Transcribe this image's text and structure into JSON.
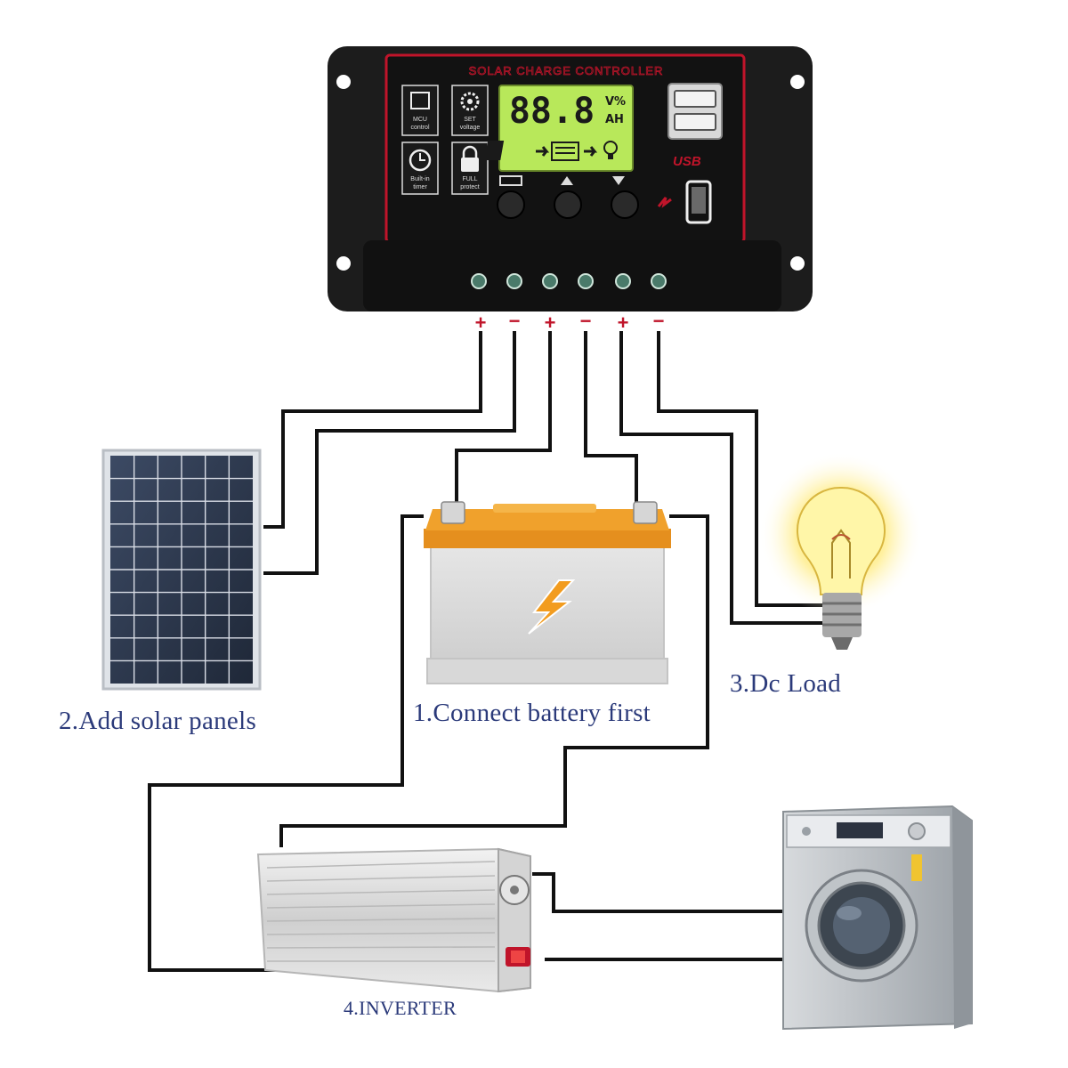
{
  "controller": {
    "header": "SOLAR CHARGE CONTROLLER",
    "lcd_digits": "88.8",
    "lcd_unit_top": "V%",
    "lcd_unit_bottom": "AH",
    "usb_label": "USB",
    "features": [
      {
        "icon": "chip-icon",
        "line1": "MCU",
        "line2": "control"
      },
      {
        "icon": "gear-icon",
        "line1": "SET",
        "line2": "voltage"
      },
      {
        "icon": "clock-icon",
        "line1": "Built-in",
        "line2": "timer"
      },
      {
        "icon": "lock-icon",
        "line1": "FULL",
        "line2": "protect"
      }
    ],
    "terminal_polarity": [
      "+",
      "−",
      "+",
      "−",
      "+",
      "−"
    ]
  },
  "captions": {
    "battery": "1.Connect battery first",
    "solar": "2.Add solar panels",
    "load": "3.Dc Load",
    "inverter": "4.INVERTER"
  },
  "colors": {
    "caption": "#2b3a7a",
    "controller_body": "#1c1c1c",
    "panel_border": "#c0142a",
    "lcd": "#b8e85a",
    "battery_top": "#f0a12c",
    "wire": "#111111",
    "terminal_plus": "#c0142a"
  }
}
